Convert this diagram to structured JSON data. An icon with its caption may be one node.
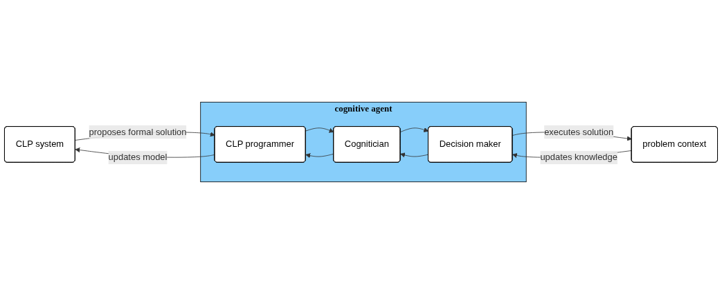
{
  "diagram": {
    "nodes": [
      {
        "text": [
          "CLP system"
        ]
      },
      {
        "text": [
          "cognitive agent"
        ]
      },
      {
        "text": [
          "CLP programmer"
        ],
        "in": 1
      },
      {
        "text": [
          "Cognitician"
        ],
        "in": 1
      },
      {
        "text": [
          "Decision maker"
        ],
        "in": 1
      },
      {
        "text": [
          "problem context"
        ]
      }
    ],
    "edges": [
      {
        "from": 2,
        "to": 0,
        "arrow": "to",
        "label": "updates model"
      },
      {
        "from": 0,
        "to": 2,
        "arrow": "to",
        "label": "proposes formal solution"
      },
      {
        "from": 3,
        "to": 2,
        "arrow": "to"
      },
      {
        "from": 2,
        "to": 3,
        "arrow": "to"
      },
      {
        "from": 4,
        "to": 3,
        "arrow": "to"
      },
      {
        "from": 3,
        "to": 4,
        "arrow": "to"
      },
      {
        "from": 5,
        "to": 4,
        "arrow": "to",
        "label": "updates knowledge"
      },
      {
        "from": 4,
        "to": 5,
        "arrow": "to",
        "label": "executes solution"
      }
    ]
  }
}
